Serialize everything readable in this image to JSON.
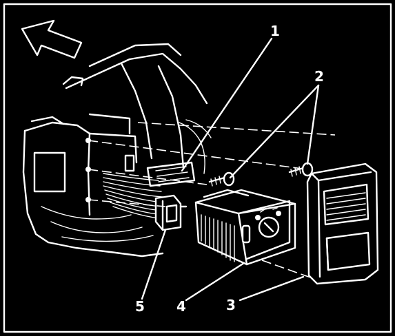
{
  "callouts": {
    "c1": "1",
    "c2": "2",
    "c3": "3",
    "c4": "4",
    "c5": "5"
  },
  "colors": {
    "background": "#000000",
    "line": "#ffffff"
  },
  "icons": {
    "direction_arrow": "arrow-up-left-icon"
  }
}
